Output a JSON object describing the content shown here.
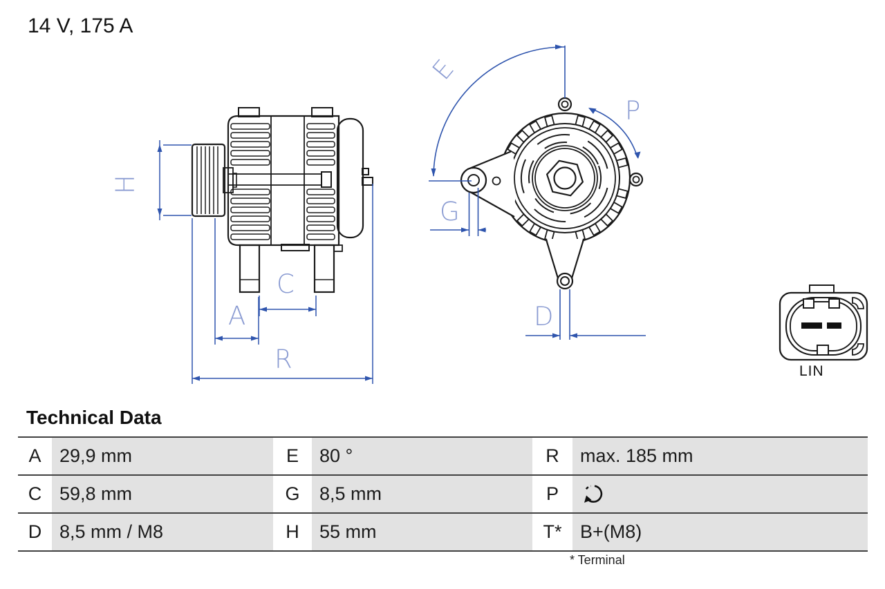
{
  "title": "14 V, 175 A",
  "section_heading": "Technical Data",
  "footnote": "* Terminal",
  "connector": {
    "label": "LIN"
  },
  "diagram": {
    "views": [
      "alternator-side-view",
      "alternator-front-view",
      "lin-connector-view"
    ],
    "dim_labels": {
      "H": "H",
      "A": "A",
      "C": "C",
      "R": "R",
      "E": "E",
      "G": "G",
      "D": "D",
      "P": "P"
    }
  },
  "table": {
    "rows": [
      {
        "c1": {
          "key": "A",
          "value": "29,9 mm"
        },
        "c2": {
          "key": "E",
          "value": "80 °"
        },
        "c3": {
          "key": "R",
          "value": "max. 185 mm"
        }
      },
      {
        "c1": {
          "key": "C",
          "value": "59,8 mm"
        },
        "c2": {
          "key": "G",
          "value": "8,5 mm"
        },
        "c3": {
          "key": "P",
          "value": "",
          "icon": "rotation-direction-icon"
        }
      },
      {
        "c1": {
          "key": "D",
          "value": "8,5 mm / M8"
        },
        "c2": {
          "key": "H",
          "value": "55 mm"
        },
        "c3": {
          "key": "T*",
          "value": "B+(M8)"
        }
      }
    ]
  },
  "colors": {
    "dimension_line": "#2e54ad",
    "dimension_label": "#8a9bd2",
    "drawing_line": "#1a1a1a",
    "table_cell_bg": "#e2e2e2",
    "table_border": "#414141"
  }
}
